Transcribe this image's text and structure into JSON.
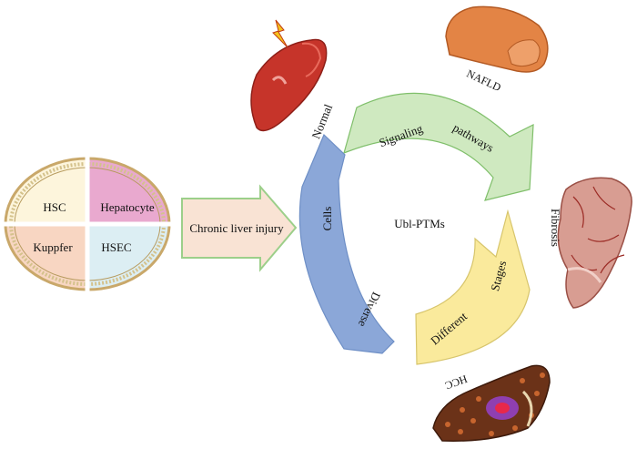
{
  "cells": {
    "top_left": "HSC",
    "top_right": "Hepatocyte",
    "bottom_left": "Kuppfer",
    "bottom_right": "HSEC"
  },
  "arrow_label": "Chronic liver injury",
  "center_label": "Ubl-PTMs",
  "segments": {
    "top": [
      "Signaling",
      "pathways"
    ],
    "left": [
      "Cells",
      "Diverse"
    ],
    "bottom": [
      "Different",
      "Stages"
    ]
  },
  "stages": {
    "normal": "Normal",
    "nafld": "NAFLD",
    "fibrosis": "Fibrosis",
    "hcc": "HCC"
  },
  "colors": {
    "hsc": "#fdf5dc",
    "hepatocyte": "#e9a9cf",
    "kuppfer": "#f8d6c2",
    "hsec": "#dceef3",
    "arrow_fill": "#f9e3d4",
    "arrow_stroke": "#9ccf8a",
    "seg_top": "#cfe9c0",
    "seg_left": "#8ba7d8",
    "seg_bottom": "#faea9c",
    "liver_red": "#c6342a",
    "liver_orange": "#e38445",
    "liver_fibrotic": "#d89d92",
    "liver_hcc": "#6b3218"
  },
  "icons": [
    "lightning-icon"
  ]
}
